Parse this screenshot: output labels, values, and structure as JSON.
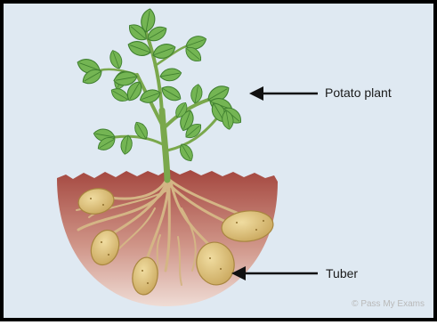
{
  "labels": {
    "plant": "Potato plant",
    "tuber": "Tuber"
  },
  "credit": "© Pass My Exams",
  "colors": {
    "background": "#dfe9f2",
    "leaf": "#6fb24f",
    "leaf_dark": "#3f7f2f",
    "stem": "#7aa84c",
    "soil_top": "#a4473f",
    "soil_bottom": "#ecd6cf",
    "root": "#d7b98a",
    "tuber": "#dcc07a",
    "arrow": "#111111"
  }
}
